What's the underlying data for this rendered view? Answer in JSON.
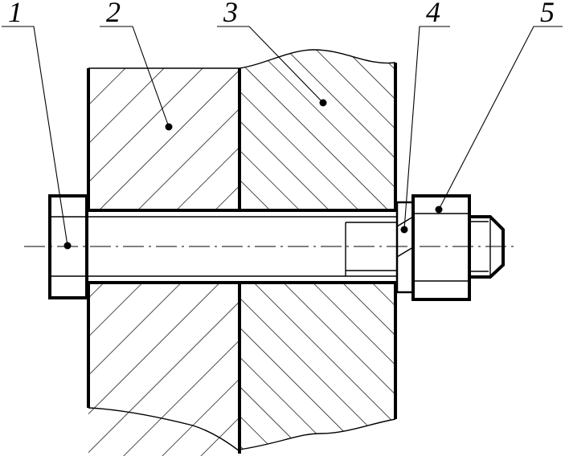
{
  "colors": {
    "ink": "#000000",
    "paper": "#ffffff"
  },
  "callouts": [
    {
      "number": "1"
    },
    {
      "number": "2"
    },
    {
      "number": "3"
    },
    {
      "number": "4"
    },
    {
      "number": "5"
    }
  ]
}
